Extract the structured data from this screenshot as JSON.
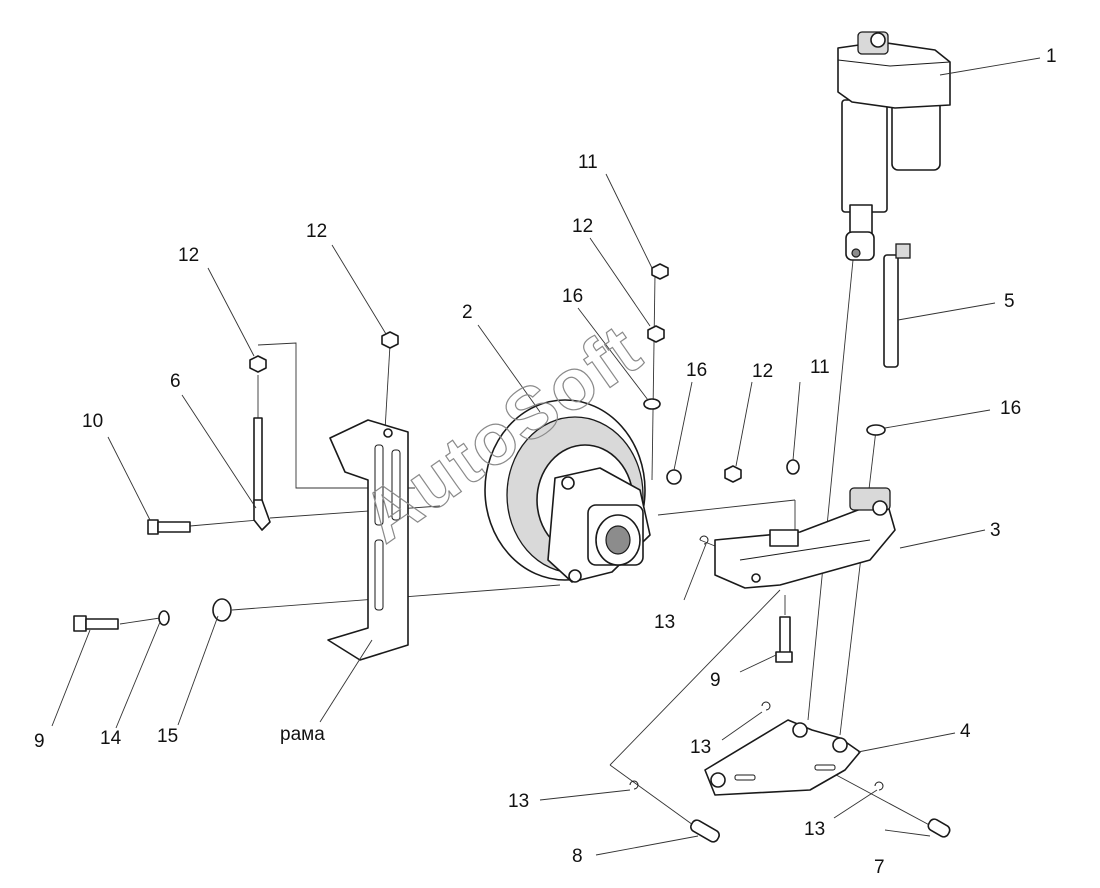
{
  "watermark": "AutoSoft",
  "labels": {
    "l1": "1",
    "l2": "2",
    "l3": "3",
    "l4": "4",
    "l5": "5",
    "l6": "6",
    "l7": "7",
    "l8": "8",
    "l9a": "9",
    "l9b": "9",
    "l10": "10",
    "l11a": "11",
    "l11b": "11",
    "l12a": "12",
    "l12b": "12",
    "l12c": "12",
    "l12d": "12",
    "l13a": "13",
    "l13b": "13",
    "l13c": "13",
    "l13d": "13",
    "l14": "14",
    "l15": "15",
    "l16a": "16",
    "l16b": "16",
    "l16c": "16",
    "frame": "рама"
  },
  "colors": {
    "line": "#1a1a1a",
    "shade": "#d9d9d9",
    "watermark": "#8a8a8a"
  }
}
